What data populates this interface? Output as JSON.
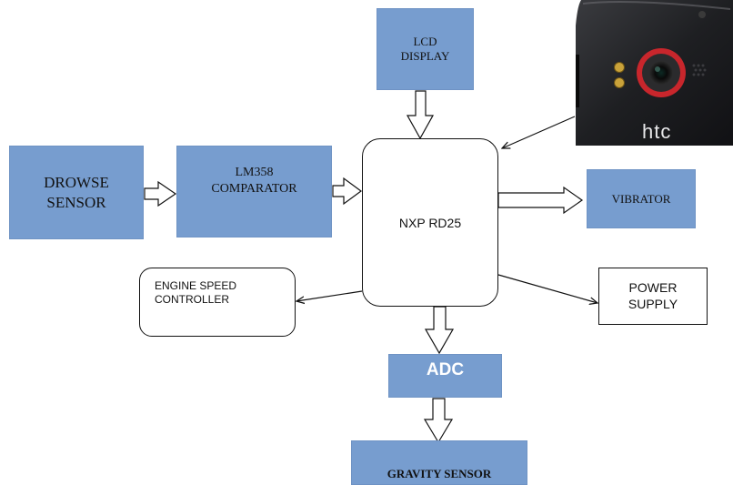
{
  "blocks": {
    "lcd_display": "LCD\nDISPLAY",
    "drowse_sensor": "DROWSE\nSENSOR",
    "comparator": "LM358\nCOMPARATOR",
    "controller": "NXP RD25",
    "vibrator": "VIBRATOR",
    "engine_speed_controller": "ENGINE SPEED\nCONTROLLER",
    "power_supply": "POWER\nSUPPLY",
    "adc": "ADC",
    "gravity_sensor": "GRAVITY SENSOR"
  },
  "phone": {
    "brand": "htc"
  },
  "colors": {
    "block_fill": "#779dcf",
    "phone_body": "#1c1c1e",
    "phone_accent": "#c8262c"
  }
}
